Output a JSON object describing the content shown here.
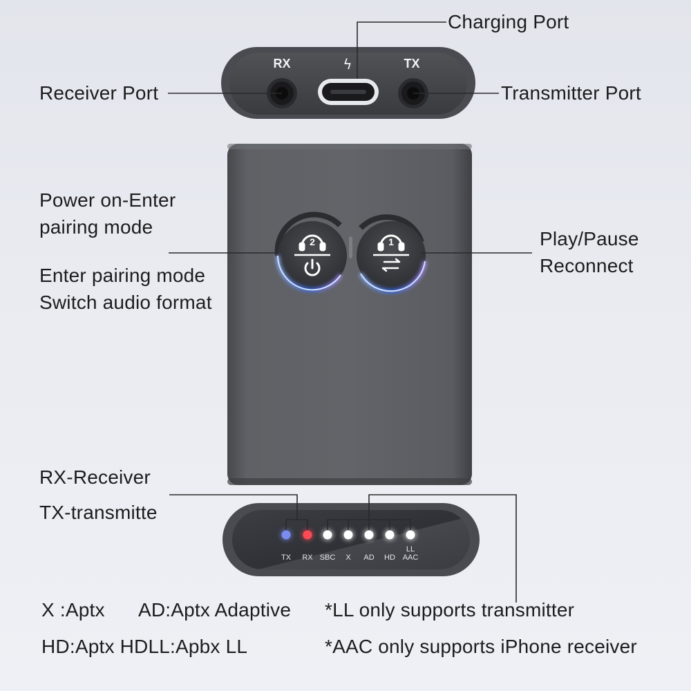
{
  "top_panel": {
    "rx_label": "RX",
    "tx_label": "TX",
    "charge_symbol": "ϟ"
  },
  "callouts": {
    "charging_port": "Charging Port",
    "receiver_port": "Receiver Port",
    "transmitter_port": "Transmitter Port",
    "left_button_top_line1": "Power on-Enter",
    "left_button_top_line2": "pairing mode",
    "left_button_bottom_line1": "Enter pairing mode",
    "left_button_bottom_line2": "Switch audio format",
    "right_button_line1": "Play/Pause",
    "right_button_line2": "Reconnect",
    "rx_receiver": "RX-Receiver",
    "tx_transmitter": "TX-transmitte"
  },
  "buttons": {
    "left_number": "2",
    "right_number": "1"
  },
  "leds": [
    {
      "label": "TX",
      "color": "#7b8cf0"
    },
    {
      "label": "RX",
      "color": "#ff4a55"
    },
    {
      "label": "SBC",
      "color": "#ffffff"
    },
    {
      "label": "X",
      "color": "#ffffff"
    },
    {
      "label": "AD",
      "color": "#ffffff"
    },
    {
      "label": "HD",
      "color": "#ffffff"
    },
    {
      "label": "AAC",
      "sublabel": "LL",
      "color": "#ffffff"
    }
  ],
  "legend": {
    "x_def": "X :Aptx",
    "ad_def": "AD:Aptx Adaptive",
    "ll_note": "*LL only supports transmitter",
    "hd_def": "HD:Aptx HDLL:Apbx LL",
    "aac_note": "*AAC only supports iPhone receiver"
  },
  "colors": {
    "device_body": "#5c5e63",
    "device_edge": "#3e3f43",
    "ring_glow": "#3a7bff",
    "text": "#1c1c1e"
  }
}
